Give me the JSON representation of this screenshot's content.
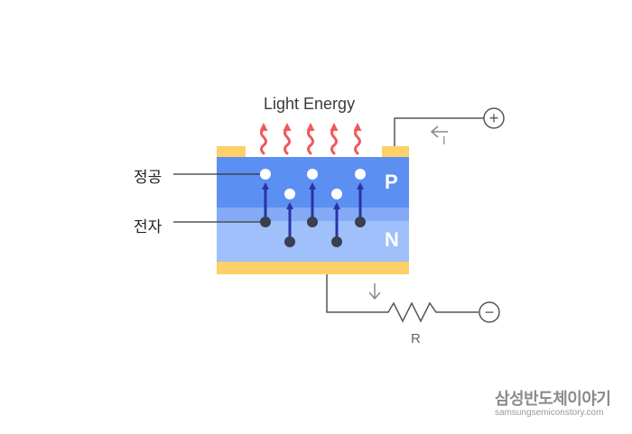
{
  "diagram": {
    "title": "Light Energy",
    "labels": {
      "hole": "정공",
      "electron": "전자",
      "p_layer": "P",
      "n_layer": "N",
      "current": "I",
      "resistor": "R"
    },
    "terminals": {
      "positive": "+",
      "negative": "−"
    },
    "colors": {
      "p_layer": "#5c8ff2",
      "n_layer": "#9fc0fa",
      "junction": "#84aaf6",
      "contact": "#fdd06a",
      "light_wave": "#f0585c",
      "carrier_arrow": "#2a33a3",
      "wire": "#555555"
    }
  },
  "watermark": {
    "brand": "삼성반도체이야기",
    "url": "samsungsemiconstory.com"
  }
}
